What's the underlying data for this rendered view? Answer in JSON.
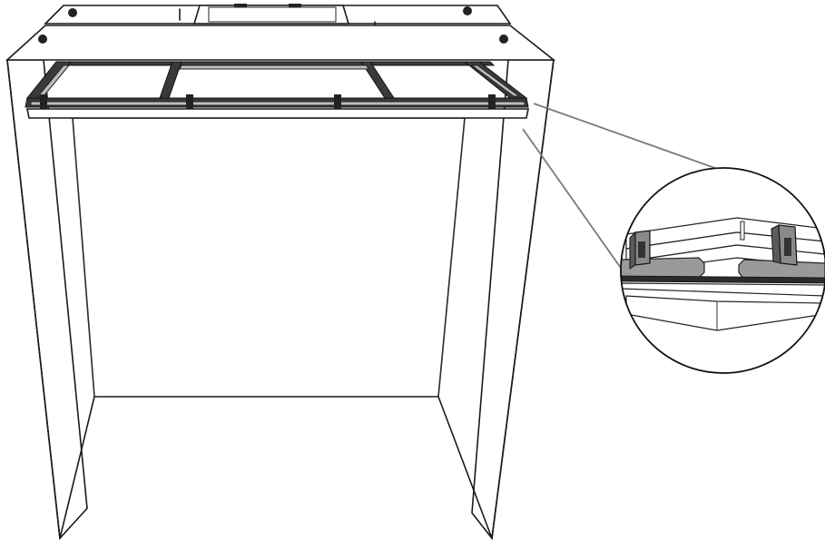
{
  "figure": {
    "kind": "technical-assembly-illustration",
    "subject": "cabinet-frame-with-detail-callout",
    "callout": "magnified-corner-detail",
    "colors": {
      "line": "#1a1a1a",
      "rail": "#3a3a3a",
      "bracket": "#9a9a9a",
      "leader": "#7a7a7a",
      "background": "#ffffff"
    }
  }
}
